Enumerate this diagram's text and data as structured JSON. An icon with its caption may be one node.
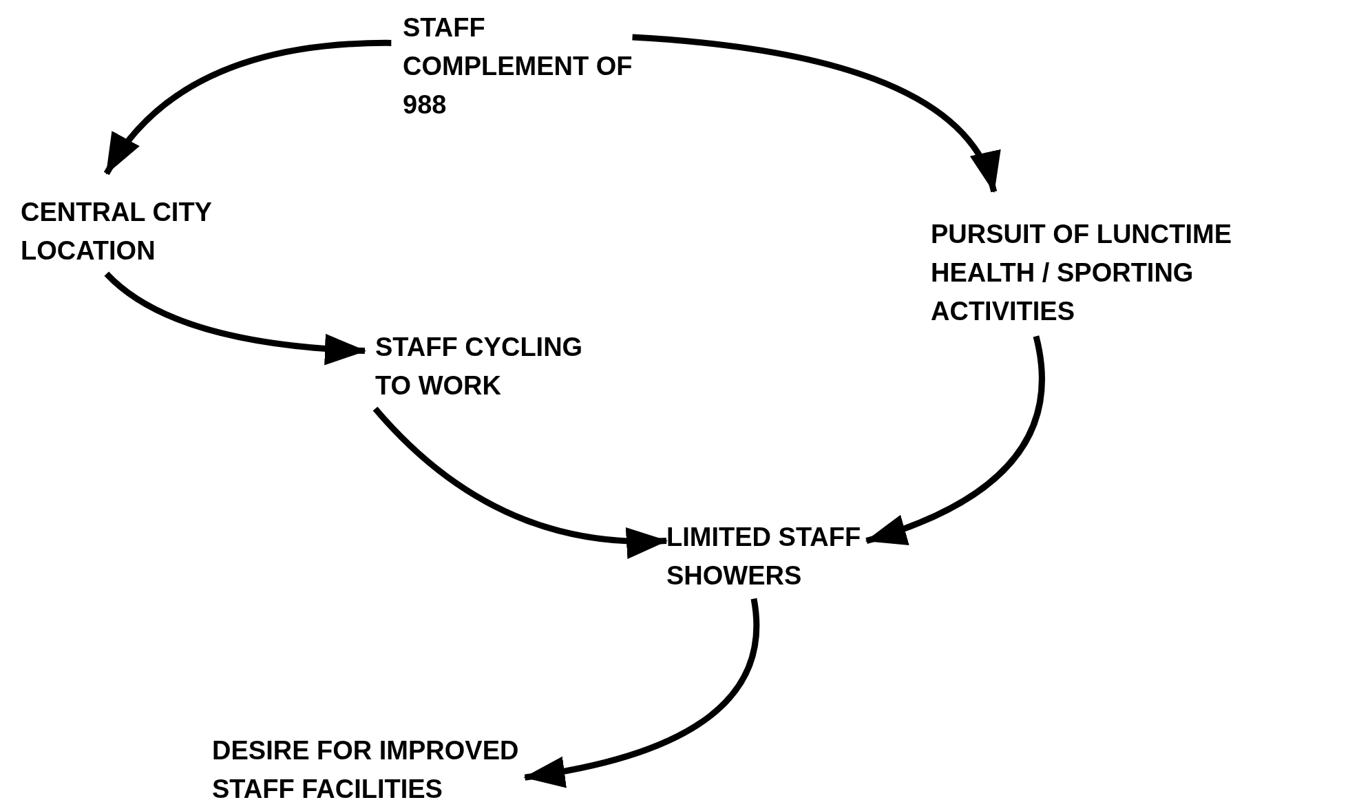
{
  "diagram": {
    "nodes": [
      {
        "text": [
          "STAFF COMPLEMENT OF 988"
        ]
      },
      {
        "text": [
          "CENTRAL CITY LOCATION"
        ]
      },
      {
        "text": [
          "PURSUIT OF LUNCTIME HEALTH / SPORTING ACTIVITIES"
        ]
      },
      {
        "text": [
          "STAFF CYCLING TO WORK"
        ]
      },
      {
        "text": [
          "LIMITED STAFF SHOWERS"
        ]
      },
      {
        "text": [
          "DESIRE FOR IMPROVED STAFF FACILITIES"
        ]
      }
    ],
    "edges": [
      {
        "from": 0,
        "to": 1,
        "arrow": "to"
      },
      {
        "from": 0,
        "to": 2,
        "arrow": "to"
      },
      {
        "from": 1,
        "to": 3,
        "arrow": "to"
      },
      {
        "from": 3,
        "to": 4,
        "arrow": "to"
      },
      {
        "from": 2,
        "to": 4,
        "arrow": "to"
      },
      {
        "from": 4,
        "to": 5,
        "arrow": "to"
      }
    ]
  }
}
